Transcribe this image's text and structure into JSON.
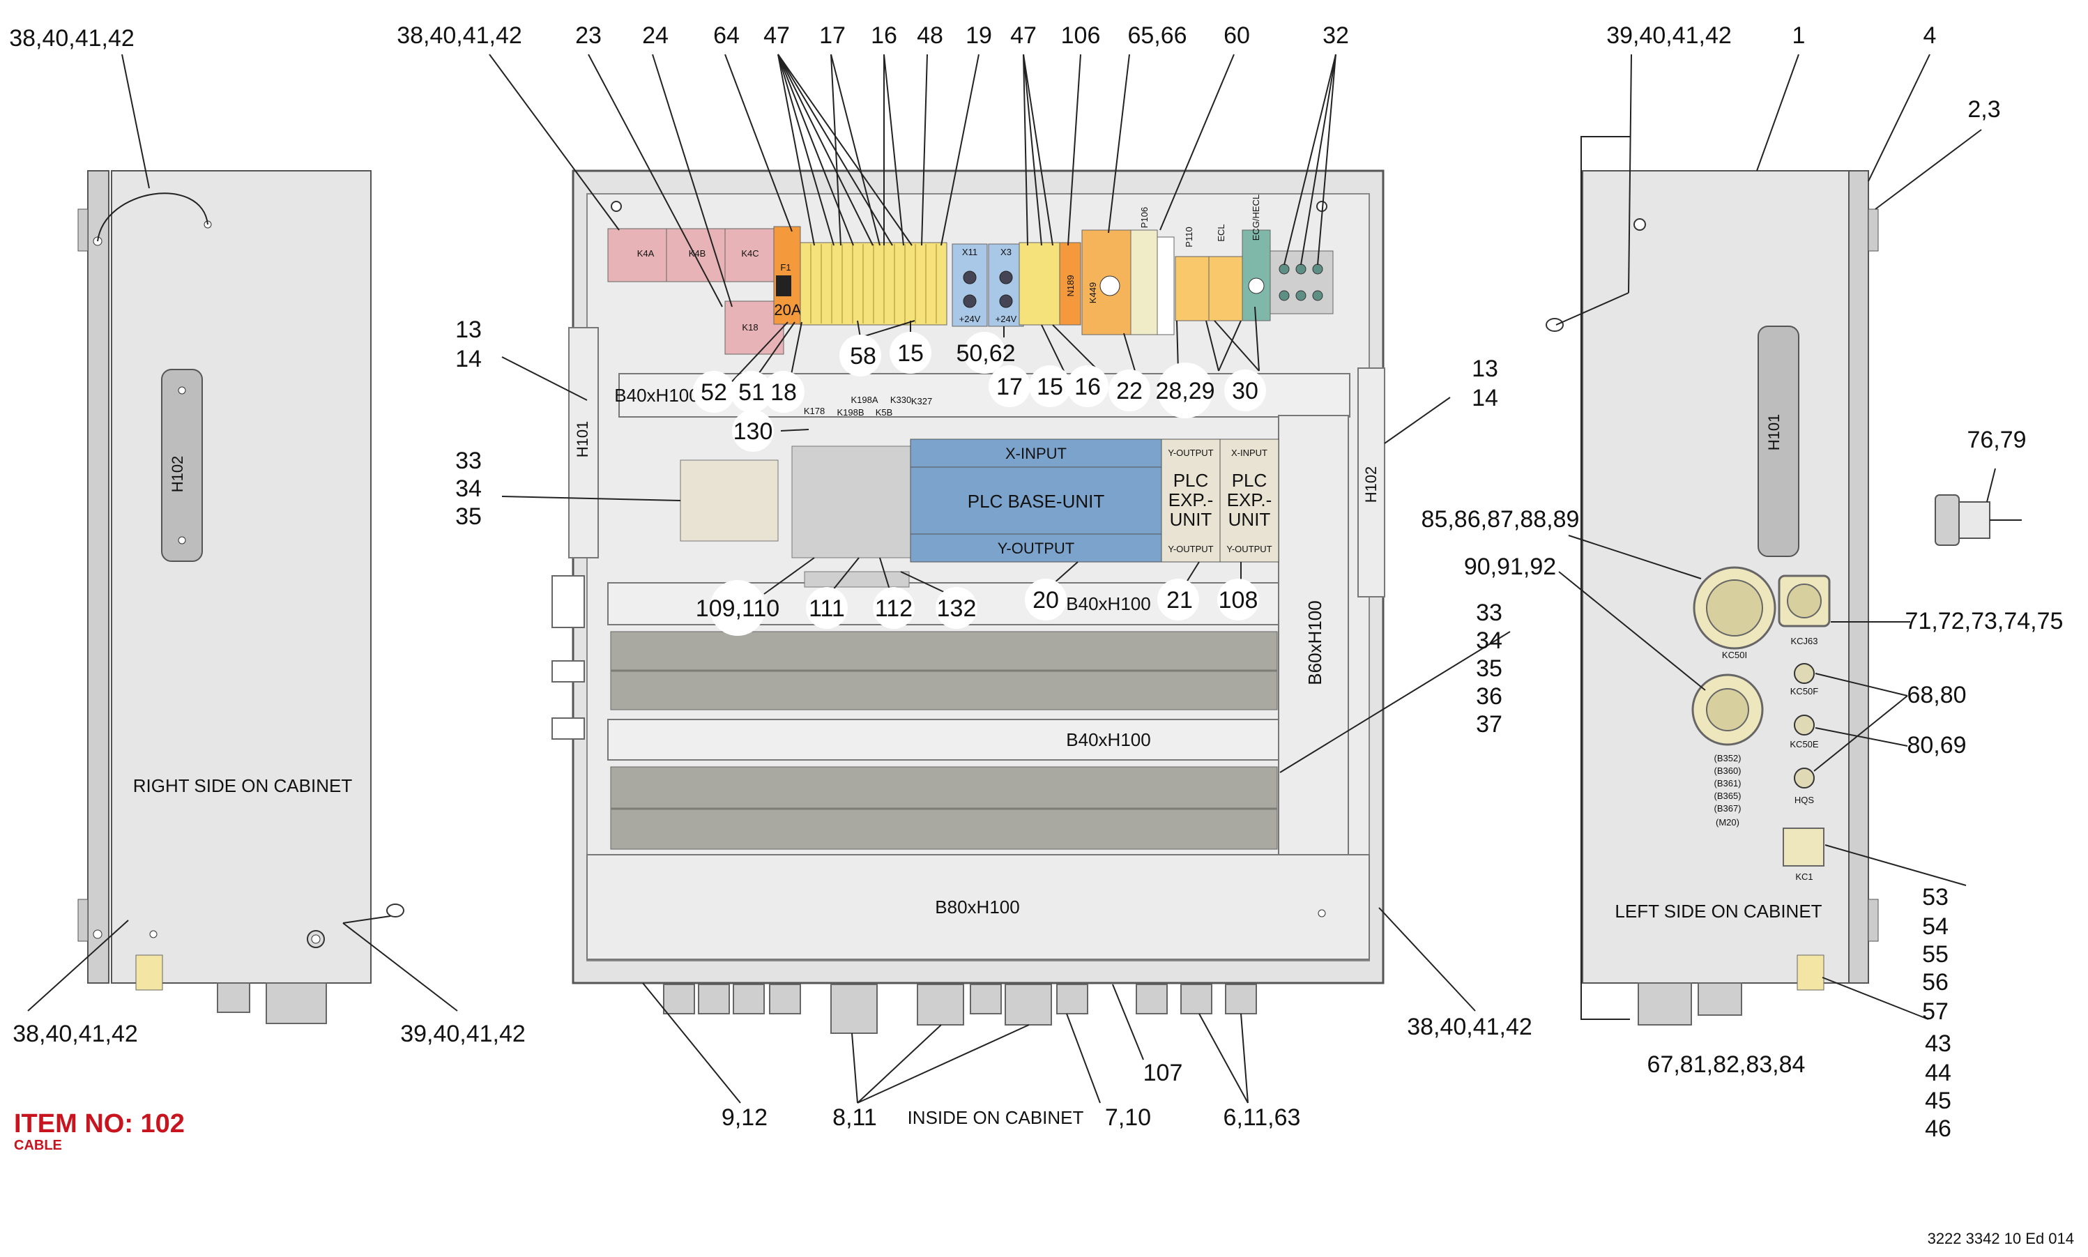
{
  "diagram": {
    "item_label": "ITEM NO: 102",
    "item_sublabel": "CABLE",
    "document_number": "3222 3342 10 Ed 014",
    "views": {
      "right_side": "RIGHT SIDE ON CABINET",
      "inside": "INSIDE ON CABINET",
      "left_side": "LEFT SIDE ON CABINET"
    },
    "panel_labels": {
      "h101": "H101",
      "h102": "H102",
      "b40_top": "B40xH100",
      "b40_mid": "B40xH100",
      "b40_lower": "B40xH100",
      "b80": "B80xH100",
      "b60": "B60xH100"
    },
    "plc": {
      "x_input": "X-INPUT",
      "base": "PLC BASE-UNIT",
      "y_output": "Y-OUTPUT",
      "exp_line1": "PLC",
      "exp_line2": "EXP.-",
      "exp_line3": "UNIT",
      "exp1_top": "Y-OUTPUT",
      "exp2_top": "X-INPUT",
      "exp1_bottom": "Y-OUTPUT",
      "exp2_bottom": "Y-OUTPUT"
    },
    "component_tags": {
      "k4a": "K4A",
      "k4b": "K4B",
      "k4c": "K4C",
      "k18": "K18",
      "f1": "F1",
      "f1_rating": "20A",
      "x11": "X11",
      "x3": "X3",
      "plus24v_1": "+24V",
      "plus24v_2": "+24V",
      "n189": "N189",
      "k449": "K449",
      "p106": "P106",
      "p110": "P110",
      "ecl": "ECL",
      "ecg_hecl": "ECG/HECL",
      "k178": "K178",
      "k198a": "K198A",
      "k198b": "K198B",
      "k330": "K330",
      "k5b": "K5B",
      "k327": "K327",
      "kc50i": "KC50I",
      "kc63": "KCJ63",
      "kc50f": "KC50F",
      "kc50e": "KC50E",
      "hqs": "HQS",
      "kc1": "KC1",
      "b352": "(B352)",
      "b360": "(B360)",
      "b361": "(B361)",
      "b365": "(B365)",
      "b367": "(B367)",
      "m20": "(M20)"
    },
    "callouts": {
      "c_tl": "38,40,41,42",
      "c_top_a": "38,40,41,42",
      "c23": "23",
      "c24": "24",
      "c64": "64",
      "c47a": "47",
      "c17a": "17",
      "c16a": "16",
      "c48": "48",
      "c19": "19",
      "c47b": "47",
      "c106": "106",
      "c65": "65,66",
      "c60": "60",
      "c32": "32",
      "c_top_r": "39,40,41,42",
      "c1": "1",
      "c4": "4",
      "c23r": "2,3",
      "c13a": "13",
      "c14a": "14",
      "c13b": "13",
      "c14b": "14",
      "c33a": "33",
      "c34a": "34",
      "c35a": "35",
      "c52": "52",
      "c51": "51",
      "c18": "18",
      "c58": "58",
      "c15a": "15",
      "c50": "50,62",
      "c17b": "17",
      "c15b": "15",
      "c16b": "16",
      "c22": "22",
      "c28": "28,29",
      "c30": "30",
      "c130": "130",
      "c109": "109,110",
      "c111": "111",
      "c112": "112",
      "c132": "132",
      "c20": "20",
      "c21": "21",
      "c108": "108",
      "c76": "76,79",
      "c85": "85,86,87,88,89",
      "c90": "90,91,92",
      "c71": "71,72,73,74,75",
      "c68": "68,80",
      "c80": "80,69",
      "c33b": "33",
      "c34b": "34",
      "c35b": "35",
      "c36": "36",
      "c37": "37",
      "c53": "53",
      "c54": "54",
      "c55": "55",
      "c56": "56",
      "c57": "57",
      "c43": "43",
      "c44": "44",
      "c45": "45",
      "c46": "46",
      "c67": "67,81,82,83,84",
      "c_bl": "38,40,41,42",
      "c_bm": "39,40,41,42",
      "c_br": "38,40,41,42",
      "c9": "9,12",
      "c8": "8,11",
      "c7": "7,10",
      "c107": "107",
      "c6": "6,11,63"
    },
    "colors": {
      "panel": "#e6e6e6",
      "outline": "#555555",
      "relay_pink": "#e8b3b6",
      "terminal_yellow": "#f6e27a",
      "orange": "#f59a3c",
      "plc_blue": "#7ca3cc",
      "beige": "#e9e3d3",
      "teal": "#7fb7a8",
      "item_red": "#c8141e"
    }
  }
}
